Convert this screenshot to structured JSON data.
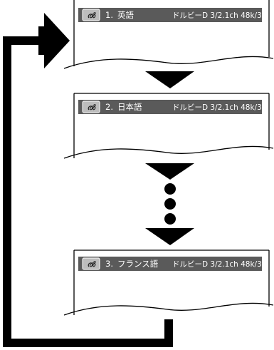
{
  "screens": [
    {
      "number": "1.",
      "language": "英語",
      "audio_format": "ドルビーD 3/2.1ch 48k/3"
    },
    {
      "number": "2.",
      "language": "日本語",
      "audio_format": "ドルビーD 3/2.1ch 48k/3"
    },
    {
      "number": "3.",
      "language": "フランス語",
      "audio_format": "ドルビーD 3/2.1ch 48k/3"
    }
  ],
  "icon": {
    "name": "audio-icon"
  },
  "colors": {
    "osd_bar": "#5a5a5a",
    "ink": "#000000",
    "paper": "#ffffff"
  }
}
